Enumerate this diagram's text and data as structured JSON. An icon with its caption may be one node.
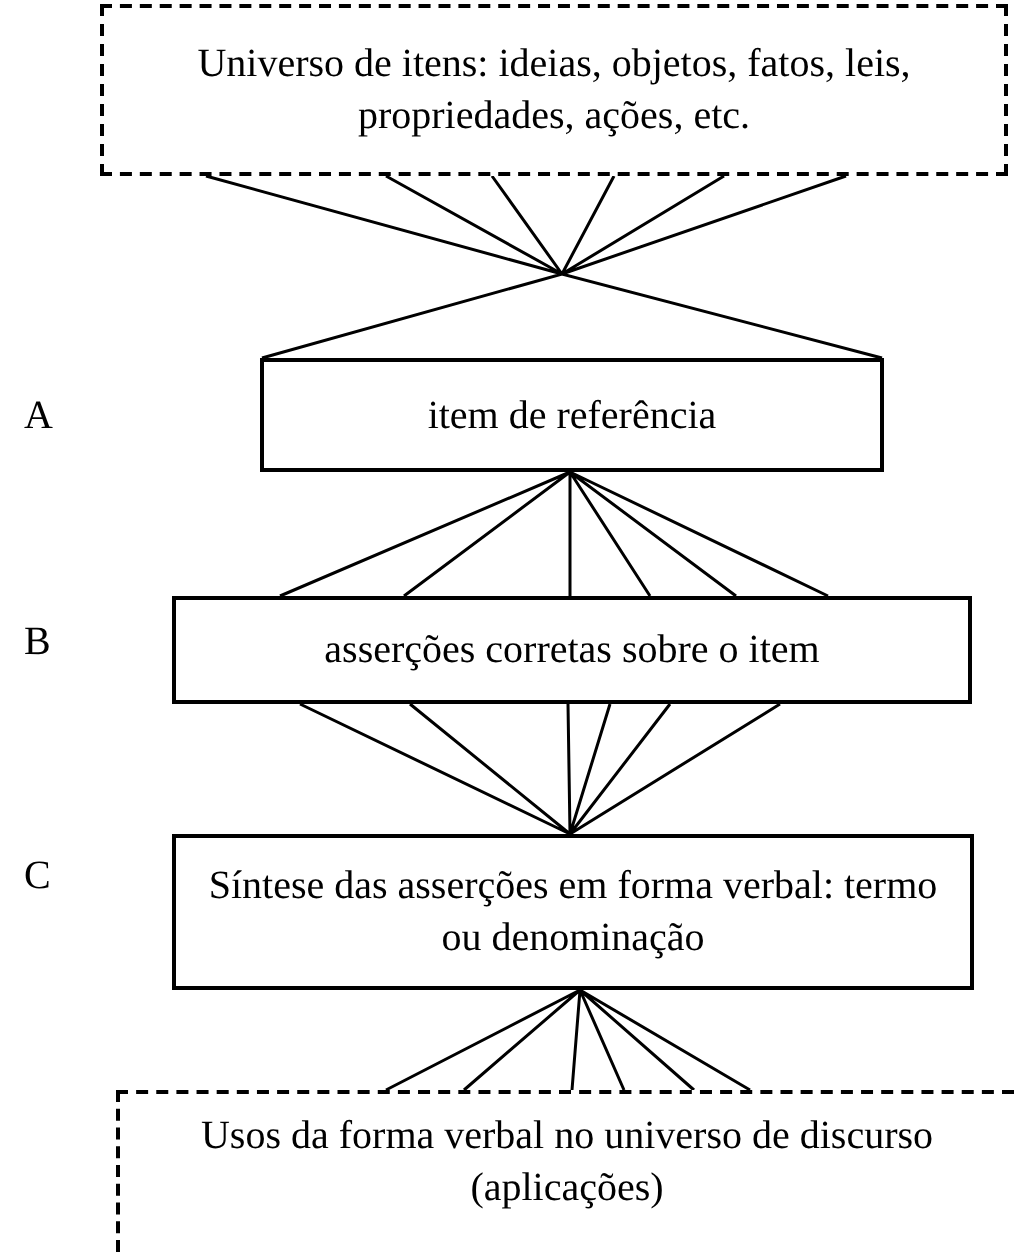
{
  "diagram": {
    "nodes": [
      {
        "text": [
          "Universo de itens: ideias, objetos, fatos, leis, propriedades, ações, etc."
        ]
      },
      {
        "text": [
          "item de referência"
        ]
      },
      {
        "text": [
          "asserções corretas sobre o item"
        ]
      },
      {
        "text": [
          "Síntese das asserções em forma verbal: termo ou denominação"
        ]
      },
      {
        "text": [
          "Usos da forma verbal no universo de discurso (aplicações)"
        ]
      }
    ],
    "edges": [
      {
        "from": 0,
        "to": 1,
        "arrow": "none"
      },
      {
        "from": 1,
        "to": 2,
        "arrow": "none"
      },
      {
        "from": 2,
        "to": 3,
        "arrow": "none"
      },
      {
        "from": 3,
        "to": 4,
        "arrow": "none"
      }
    ],
    "labels": [
      "A",
      "B",
      "C"
    ]
  }
}
